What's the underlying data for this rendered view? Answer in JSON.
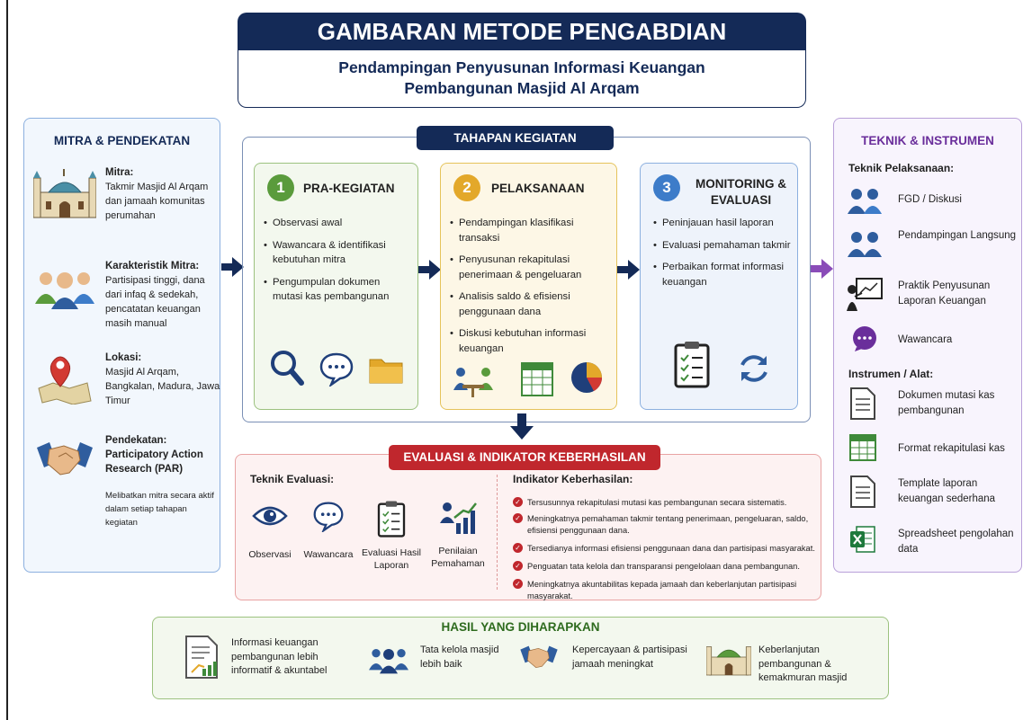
{
  "header": {
    "title": "GAMBARAN METODE PENGABDIAN",
    "subtitle_line1": "Pendampingan Penyusunan Informasi Keuangan",
    "subtitle_line2": "Pembangunan Masjid Al Arqam"
  },
  "mitra": {
    "heading": "MITRA & PENDEKATAN",
    "items": [
      {
        "label": "Mitra:",
        "text": "Takmir Masjid Al Arqam dan jamaah komunitas perumahan",
        "icon": "mosque-icon"
      },
      {
        "label": "Karakteristik Mitra:",
        "text": "Partisipasi tinggi, dana dari infaq & sedekah, pencatatan keuangan masih manual",
        "icon": "people-icon"
      },
      {
        "label": "Lokasi:",
        "text": "Masjid Al Arqam, Bangkalan, Madura, Jawa Timur",
        "icon": "map-pin-icon"
      },
      {
        "label": "Pendekatan:",
        "text": "Participatory Action Research (PAR)",
        "icon": "handshake-icon"
      }
    ],
    "pendekatan_note": "Melibatkan mitra secara aktif dalam setiap tahapan kegiatan"
  },
  "tahapan": {
    "heading": "TAHAPAN KEGIATAN",
    "stages": [
      {
        "num": "1",
        "title": "PRA-KEGIATAN",
        "color": "#5a9b3c",
        "items": [
          "Observasi awal",
          "Wawancara & identifikasi kebutuhan mitra",
          "Pengumpulan dokumen mutasi kas pembangunan"
        ]
      },
      {
        "num": "2",
        "title": "PELAKSANAAN",
        "color": "#e3a82a",
        "items": [
          "Pendampingan klasifikasi transaksi",
          "Penyusunan rekapitulasi penerimaan & pengeluaran",
          "Analisis saldo & efisiensi penggunaan dana",
          "Diskusi kebutuhan informasi keuangan"
        ]
      },
      {
        "num": "3",
        "title_line1": "MONITORING &",
        "title_line2": "EVALUASI",
        "color": "#3d7cc9",
        "items": [
          "Peninjauan hasil laporan",
          "Evaluasi pemahaman takmir",
          "Perbaikan format informasi keuangan"
        ]
      }
    ]
  },
  "evaluasi": {
    "heading": "EVALUASI & INDIKATOR KEBERHASILAN",
    "teknik_label": "Teknik Evaluasi:",
    "teknik": [
      {
        "label": "Observasi",
        "icon": "eye-icon"
      },
      {
        "label": "Wawancara",
        "icon": "chat-icon"
      },
      {
        "label": "Evaluasi Hasil Laporan",
        "icon": "checklist-icon"
      },
      {
        "label": "Penilaian Pemahaman",
        "icon": "growth-chart-icon"
      }
    ],
    "indikator_label": "Indikator Keberhasilan:",
    "indikator": [
      "Tersusunnya rekapitulasi mutasi kas pembangunan secara sistematis.",
      "Meningkatnya pemahaman takmir tentang penerimaan, pengeluaran, saldo, efisiensi penggunaan dana.",
      "Tersedianya informasi efisiensi penggunaan dana dan partisipasi masyarakat.",
      "Penguatan tata kelola dan transparansi pengelolaan dana pembangunan.",
      "Meningkatnya akuntabilitas kepada jamaah dan keberlanjutan partisipasi masyarakat."
    ]
  },
  "hasil": {
    "heading": "HASIL YANG DIHARAPKAN",
    "items": [
      {
        "text": "Informasi keuangan pembangunan lebih informatif & akuntabel",
        "icon": "report-icon"
      },
      {
        "text": "Tata kelola masjid lebih baik",
        "icon": "people-icon"
      },
      {
        "text": "Kepercayaan & partisipasi jamaah meningkat",
        "icon": "handshake-icon"
      },
      {
        "text": "Keberlanjutan pembangunan & kemakmuran masjid",
        "icon": "mosque-icon"
      }
    ]
  },
  "teknik": {
    "heading": "TEKNIK & INSTRUMEN",
    "pelaksanaan_label": "Teknik Pelaksanaan:",
    "pelaksanaan": [
      {
        "text": "FGD / Diskusi",
        "icon": "group-icon"
      },
      {
        "text": "Pendampingan Langsung",
        "icon": "pair-icon"
      },
      {
        "text": "Praktik Penyusunan Laporan Keuangan",
        "icon": "presentation-icon"
      },
      {
        "text": "Wawancara",
        "icon": "chat-bubble-icon"
      }
    ],
    "instrumen_label": "Instrumen / Alat:",
    "instrumen": [
      {
        "text": "Dokumen mutasi kas pembangunan",
        "icon": "document-icon"
      },
      {
        "text": "Format rekapitulasi kas",
        "icon": "table-icon"
      },
      {
        "text": "Template laporan keuangan sederhana",
        "icon": "document-icon"
      },
      {
        "text": "Spreadsheet pengolahan data",
        "icon": "excel-icon"
      }
    ]
  }
}
